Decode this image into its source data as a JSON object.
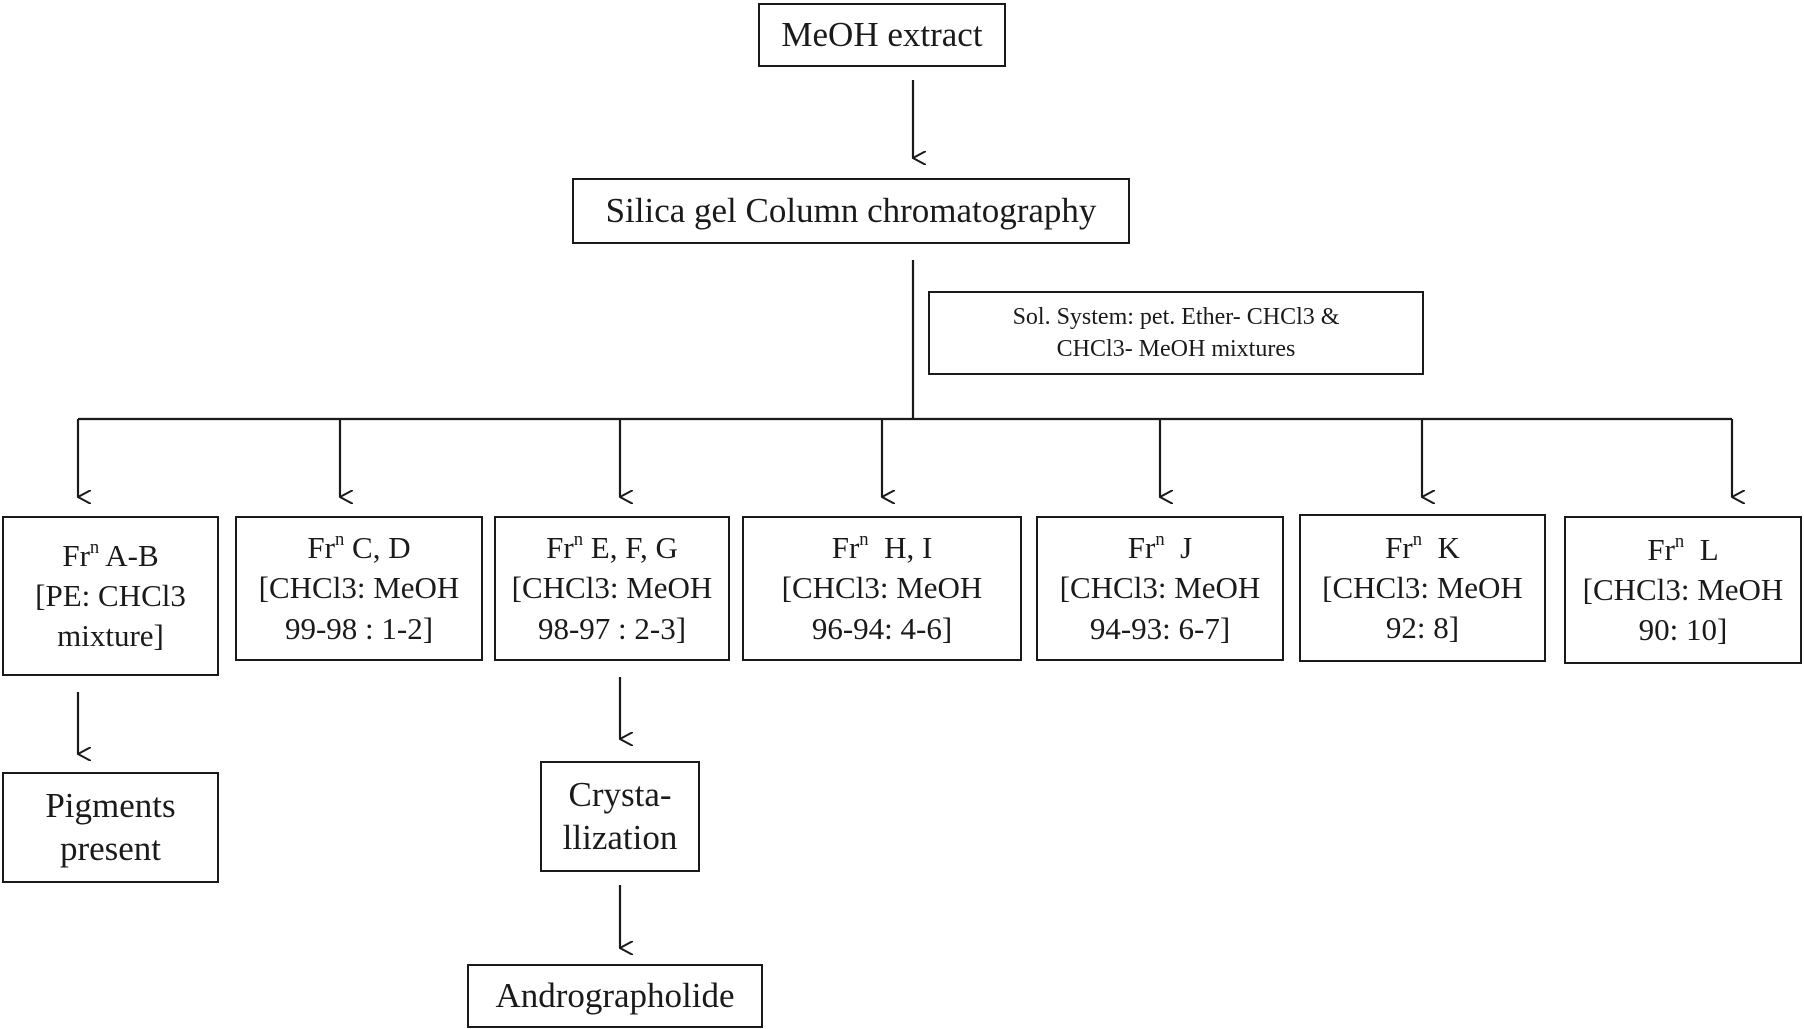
{
  "nodes": {
    "meoh_extract": "MeOH extract",
    "silica_gel": "Silica gel Column chromatography",
    "sol_system": {
      "line1": "Sol. System: pet. Ether- CHCl3  &",
      "line2": "CHCl3- MeOH mixtures"
    },
    "fractions": [
      {
        "prefix": "Fr",
        "sup": "n",
        "name": " A-B",
        "lines": [
          "[PE: CHCl3",
          "mixture]"
        ]
      },
      {
        "prefix": "Fr",
        "sup": "n",
        "name": " C, D",
        "lines": [
          "[CHCl3: MeOH",
          "99-98 : 1-2]"
        ]
      },
      {
        "prefix": "Fr",
        "sup": "n",
        "name": " E, F, G",
        "lines": [
          "[CHCl3: MeOH",
          "98-97 : 2-3]"
        ]
      },
      {
        "prefix": "Fr",
        "sup": "n",
        "name": "  H, I",
        "lines": [
          "[CHCl3: MeOH",
          "96-94: 4-6]"
        ]
      },
      {
        "prefix": "Fr",
        "sup": "n",
        "name": "  J",
        "lines": [
          "[CHCl3: MeOH",
          "94-93: 6-7]"
        ]
      },
      {
        "prefix": "Fr",
        "sup": "n",
        "name": "  K",
        "lines": [
          "[CHCl3: MeOH",
          "92: 8]"
        ]
      },
      {
        "prefix": "Fr",
        "sup": "n",
        "name": "  L",
        "lines": [
          "[CHCl3: MeOH",
          "90: 10]"
        ]
      }
    ],
    "pigments": {
      "line1": "Pigments",
      "line2": "present"
    },
    "crystallization": {
      "line1": "Crysta-",
      "line2": "llization"
    },
    "andrographolide": "Andrographolide"
  },
  "colors": {
    "stroke": "#1a1a1a",
    "background": "#ffffff"
  }
}
